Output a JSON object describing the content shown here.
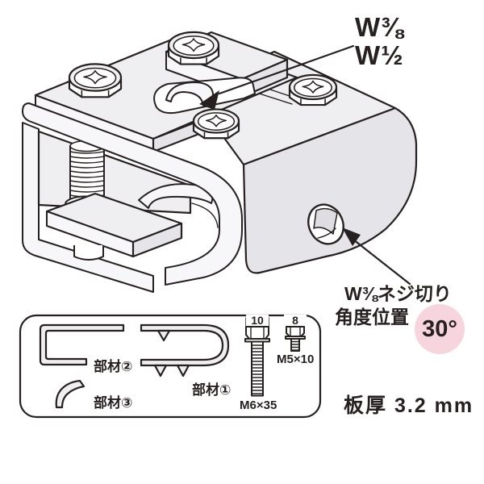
{
  "colors": {
    "accent_pink": "#f7d5de",
    "line": "#262120",
    "fill_light": "#efeff2",
    "fill_mid": "#e4e4e9",
    "fill_bright": "#f7f7fa"
  },
  "annotations": {
    "thread_sizes": {
      "line1": "W⅜",
      "line2": "W½"
    },
    "thread_cut": {
      "line1": "W⅜ネジ切り",
      "line2": "角度位置",
      "angle": "30°"
    },
    "plate_thickness": "板厚 3.2 mm"
  },
  "parts_box": {
    "part1_label": "部材①",
    "part2_label": "部材②",
    "part3_label": "部材③",
    "bolt_long": {
      "dim": "10",
      "label": "M6×35"
    },
    "bolt_short": {
      "dim": "8",
      "label": "M5×10"
    }
  }
}
